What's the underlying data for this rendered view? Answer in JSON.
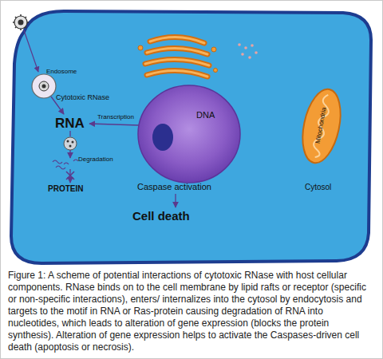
{
  "diagram": {
    "caption": "Figure 1: A scheme of potential interactions of cytotoxic RNase with host cellular components. RNase binds on to the cell membrane by lipid rafts or receptor (specific or non-specific interactions), enters/ internalizes into the cytosol by endocytosis and targets to the motif in RNA or Ras-protein causing degradation of RNA into nucleotides, which leads to alteration of gene expression (blocks the protein synthesis). Alteration of gene expression helps to activate the Caspases-driven cell death (apoptosis or necrosis).",
    "nodes": [
      {
        "text": [
          "Cytosol"
        ]
      },
      {
        "text": [
          "Endosome"
        ],
        "in": 0
      },
      {
        "text": [
          "DNA"
        ],
        "in": 0
      },
      {
        "text": [
          "Mitochondria"
        ],
        "in": 0
      }
    ],
    "labels": [
      "Cytotoxic RNase",
      "Transcription",
      "RNA",
      "Degradation",
      "PROTEIN",
      "Caspase activation",
      "Cell death"
    ]
  }
}
